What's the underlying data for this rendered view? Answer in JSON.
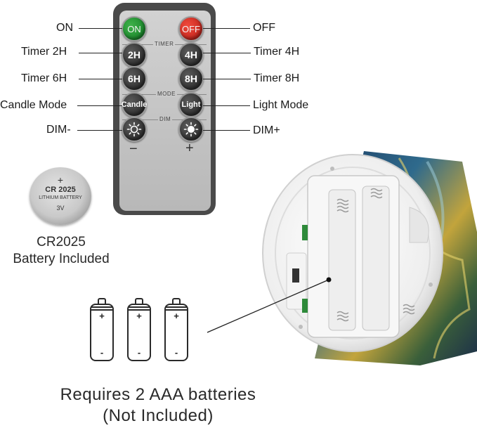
{
  "remote": {
    "on_label": "ON",
    "off_label": "OFF",
    "timer_section": "TIMER",
    "mode_section": "MODE",
    "dim_section": "DIM",
    "btn_2h": "2H",
    "btn_4h": "4H",
    "btn_6h": "6H",
    "btn_8h": "8H",
    "btn_candle": "Candle",
    "btn_light": "Light",
    "dim_minus_sign": "−",
    "dim_plus_sign": "+"
  },
  "callouts": {
    "on": "ON",
    "off": "OFF",
    "timer_2h": "Timer 2H",
    "timer_4h": "Timer 4H",
    "timer_6h": "Timer 6H",
    "timer_8h": "Timer 8H",
    "candle_mode": "Candle Mode",
    "light_mode": "Light Mode",
    "dim_minus": "DIM-",
    "dim_plus": "DIM+"
  },
  "coin_battery": {
    "plus": "+",
    "model": "CR 2025",
    "type": "LITHIUM BATTERY",
    "voltage": "3V"
  },
  "cr_caption": {
    "line1": "CR2025",
    "line2": "Battery Included"
  },
  "aaa_batteries": {
    "plus": "+",
    "minus": "-"
  },
  "requirement": {
    "line1": "Requires 2 AAA batteries",
    "line2": "(Not Included)"
  },
  "colors": {
    "on_button": "#1e9a35",
    "off_button": "#d9322a",
    "remote_body": "#c4c4c4",
    "remote_frame": "#4a4a4a"
  }
}
